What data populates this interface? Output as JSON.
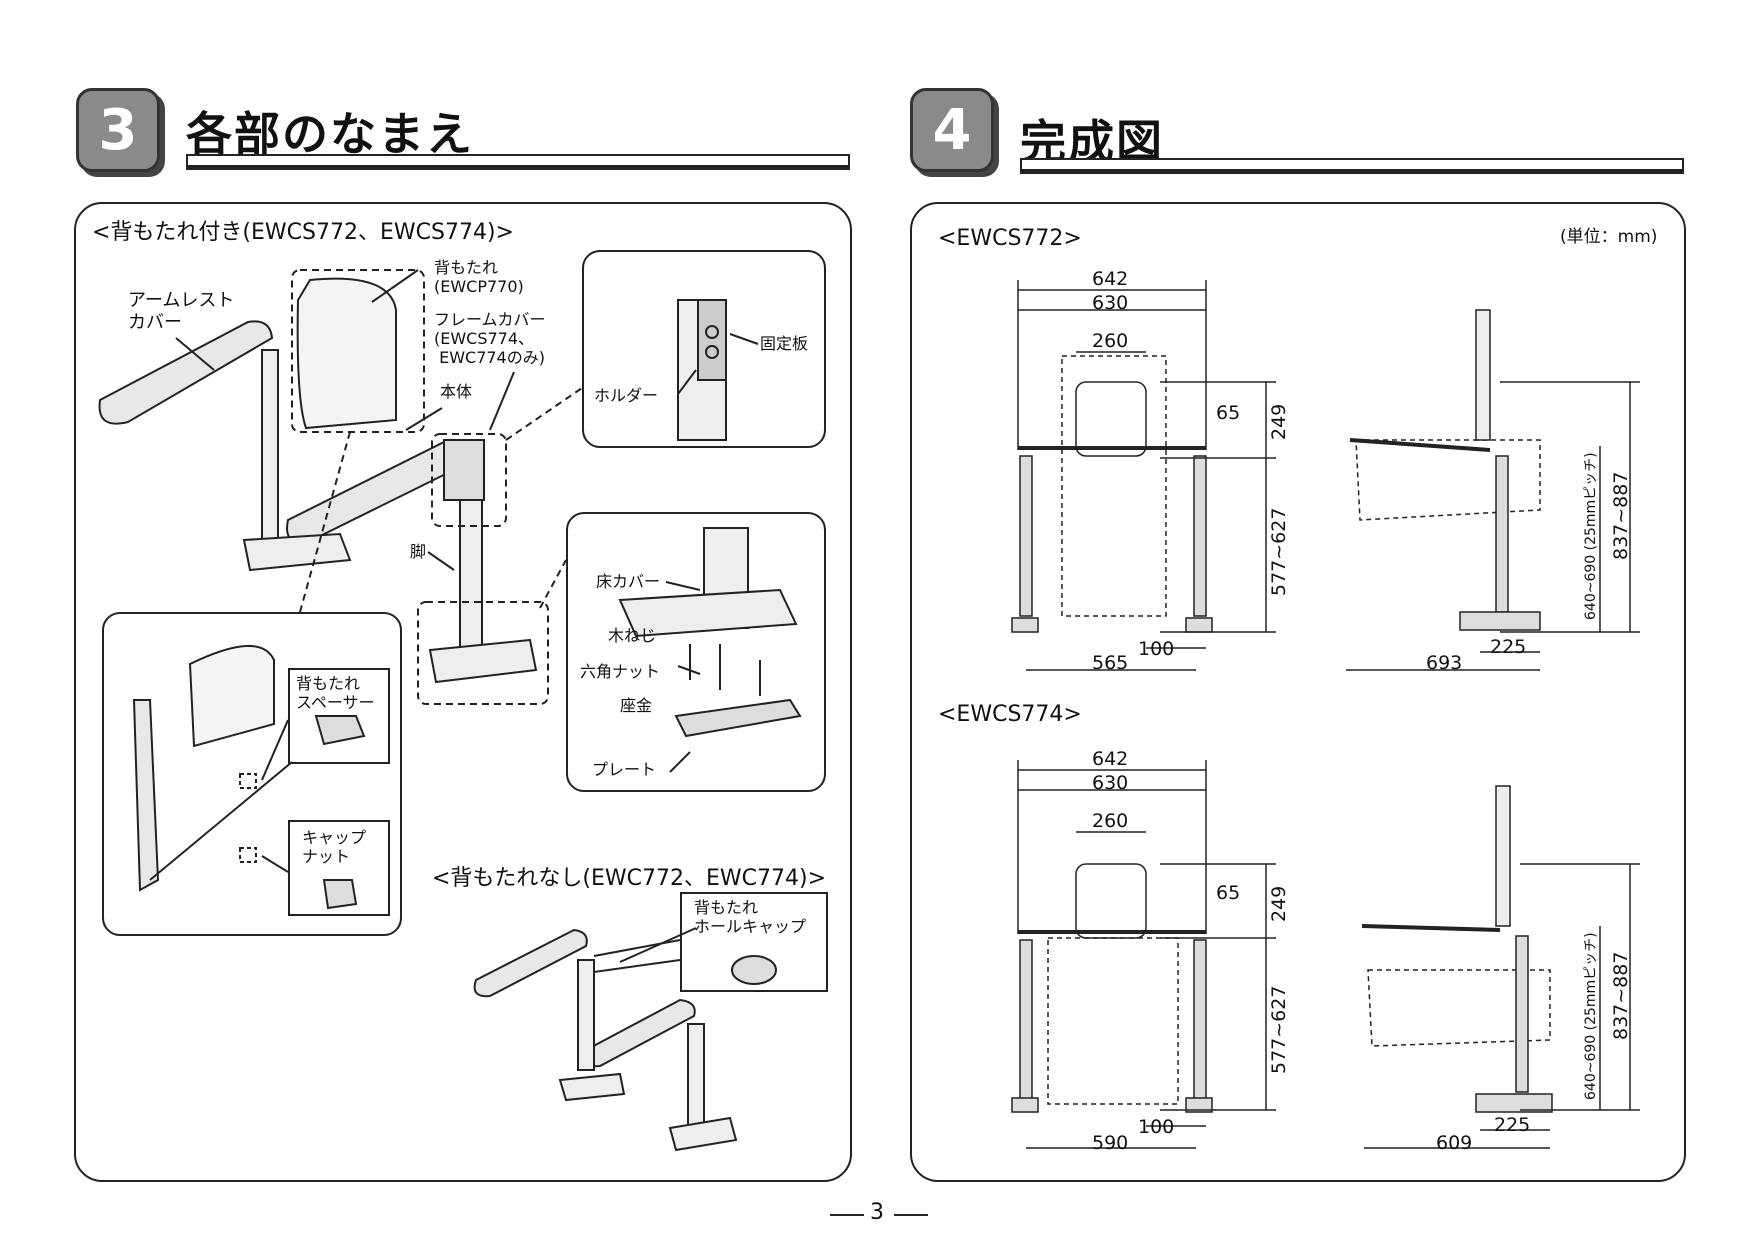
{
  "sections": [
    {
      "number": "3",
      "title": "各部のなまえ"
    },
    {
      "number": "4",
      "title": "完成図"
    }
  ],
  "parts": {
    "subtitle_with_back": "<背もたれ付き(EWCS772、EWCS774)>",
    "subtitle_no_back": "<背もたれなし(EWC772、EWC774)>",
    "labels": {
      "armrest_cover": "アームレスト\nカバー",
      "backrest": "背もたれ\n(EWCP770)",
      "frame_cover": "フレームカバー\n(EWCS774、\n EWC774のみ)",
      "body": "本体",
      "leg": "脚",
      "holder": "ホルダー",
      "fixing_plate": "固定板",
      "floor_cover": "床カバー",
      "wood_screw": "木ねじ",
      "hex_nut": "六角ナット",
      "washer": "座金",
      "plate": "プレート",
      "backrest_spacer": "背もたれ\nスペーサー",
      "cap_nut": "キャップ\nナット",
      "backrest_hole_cap": "背もたれ\nホールキャップ"
    }
  },
  "completion": {
    "unit": "(単位：mm)",
    "models": [
      {
        "name": "<EWCS772>",
        "front": {
          "w642": "642",
          "w630": "630",
          "w260": "260",
          "d65": "65",
          "h249": "249",
          "h577_627": "577~627",
          "d100": "100",
          "d565": "565"
        },
        "side": {
          "d693": "693",
          "d225": "225",
          "h640_690": "640~690 (25mmピッチ)",
          "h837_887": "837~887"
        }
      },
      {
        "name": "<EWCS774>",
        "front": {
          "w642": "642",
          "w630": "630",
          "w260": "260",
          "d65": "65",
          "h249": "249",
          "h577_627": "577~627",
          "d100": "100",
          "d590": "590"
        },
        "side": {
          "d609": "609",
          "d225": "225",
          "h640_690": "640~690 (25mmピッチ)",
          "h837_887": "837~887"
        }
      }
    ]
  },
  "page_number": "3"
}
